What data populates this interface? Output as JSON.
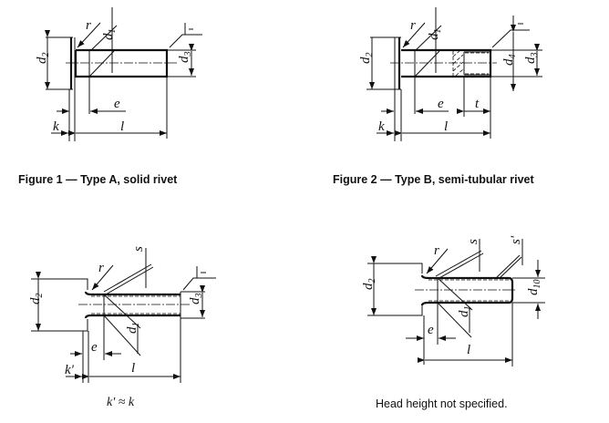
{
  "figures": [
    {
      "id": "figure-1",
      "caption": "Figure 1 — Type A, solid rivet",
      "labels": {
        "r": "r",
        "d1": "d",
        "d1_sub": "1",
        "d2": "d",
        "d2_sub": "2",
        "d3": "d",
        "d3_sub": "3",
        "e": "e",
        "k": "k",
        "l": "l"
      }
    },
    {
      "id": "figure-2",
      "caption": "Figure 2 — Type B, semi-tubular rivet",
      "labels": {
        "r": "r",
        "d1": "d",
        "d1_sub": "1",
        "d2": "d",
        "d2_sub": "2",
        "d3": "d",
        "d3_sub": "3",
        "d4": "d",
        "d4_sub": "4",
        "e": "e",
        "t": "t",
        "k": "k",
        "l": "l"
      }
    },
    {
      "id": "figure-3",
      "caption": "k' ≈ k",
      "labels": {
        "r": "r",
        "s": "s",
        "d1": "d",
        "d1_sub": "1",
        "d2": "d",
        "d2_sub": "2",
        "d3": "d",
        "d3_sub": "3",
        "e": "e",
        "k": "k'",
        "l": "l"
      }
    },
    {
      "id": "figure-4",
      "caption": "Head height not specified.",
      "labels": {
        "r": "r",
        "s": "s",
        "s2": "s'",
        "d1": "d",
        "d1_sub": "1",
        "d2": "d",
        "d2_sub": "2",
        "d10": "d",
        "d10_sub": "10",
        "e": "e",
        "l": "l"
      }
    }
  ]
}
